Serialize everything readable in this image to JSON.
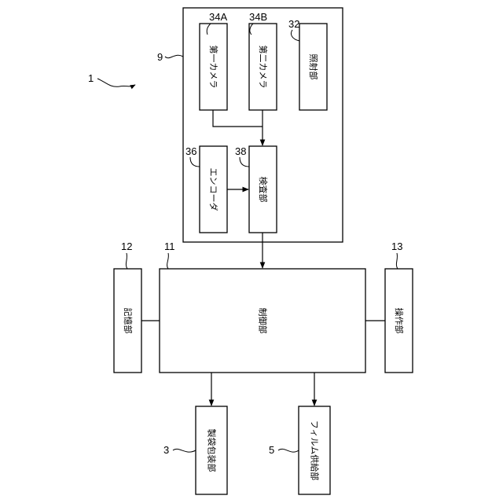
{
  "blocks": {
    "camera1": "第一カメラ",
    "camera2": "第二カメラ",
    "illumination": "照射部",
    "encoder": "エンコーダ",
    "inspection": "検査部",
    "storage": "記憶部",
    "control": "制御部",
    "operation": "操作部",
    "bag_making": "製袋包装部",
    "film_supply": "フィルム供給部"
  },
  "refs": {
    "system": "1",
    "inspection_unit": "9",
    "camera1": "34A",
    "camera2": "34B",
    "illumination": "32",
    "encoder": "36",
    "inspection": "38",
    "storage": "12",
    "control": "11",
    "operation": "13",
    "bag_making": "3",
    "film_supply": "5"
  }
}
